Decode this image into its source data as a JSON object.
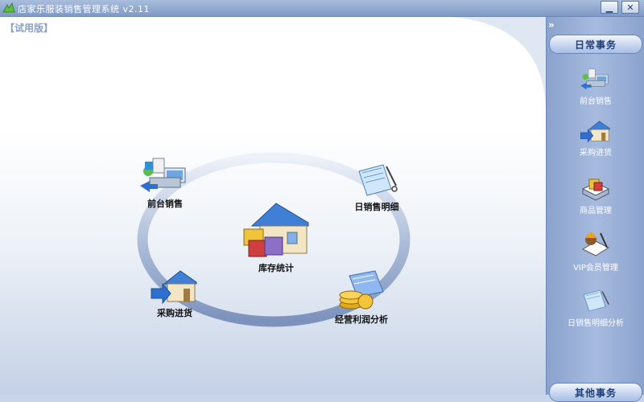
{
  "window": {
    "title": "店家乐服装销售管理系统 v2.11",
    "minimize_glyph": "▁",
    "close_glyph": "✕"
  },
  "main": {
    "trial_badge": "【试用版】",
    "hub_items": [
      {
        "label": "前台销售",
        "icon": "pos-terminal-icon"
      },
      {
        "label": "日销售明细",
        "icon": "notebook-pen-icon"
      },
      {
        "label": "库存统计",
        "icon": "warehouse-boxes-icon"
      },
      {
        "label": "采购进货",
        "icon": "house-arrow-icon"
      },
      {
        "label": "经营利润分析",
        "icon": "coins-report-icon"
      }
    ]
  },
  "sidepanel": {
    "collapse_glyph": "»",
    "section_daily": "日常事务",
    "section_other": "其他事务",
    "items": [
      {
        "label": "前台销售",
        "icon": "pos-terminal-icon"
      },
      {
        "label": "采购进货",
        "icon": "house-arrow-icon"
      },
      {
        "label": "商品管理",
        "icon": "box-tray-icon"
      },
      {
        "label": "VIP会员管理",
        "icon": "vip-member-icon"
      },
      {
        "label": "日销售明细分析",
        "icon": "notebook-pen-icon"
      }
    ]
  },
  "colors": {
    "titlebar": "#7f9ac6",
    "panel": "#a7bbdf",
    "ring": "#9fb1cf",
    "header_text": "#1f3f79"
  }
}
